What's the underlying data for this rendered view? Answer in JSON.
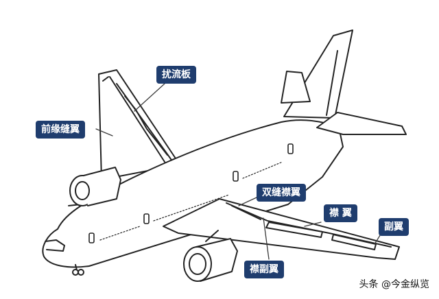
{
  "colors": {
    "label_bg": "#1f3d6e",
    "outline": "#222222",
    "leader": "#3a3a3a",
    "background": "#ffffff"
  },
  "labels": {
    "spoiler": "扰流板",
    "leading_edge_slat": "前缘缝翼",
    "double_slotted_flap": "双缝襟翼",
    "flap": "襟 翼",
    "aileron": "副翼",
    "flaperon": "襟副翼"
  },
  "watermark": "头条 @今金纵览"
}
